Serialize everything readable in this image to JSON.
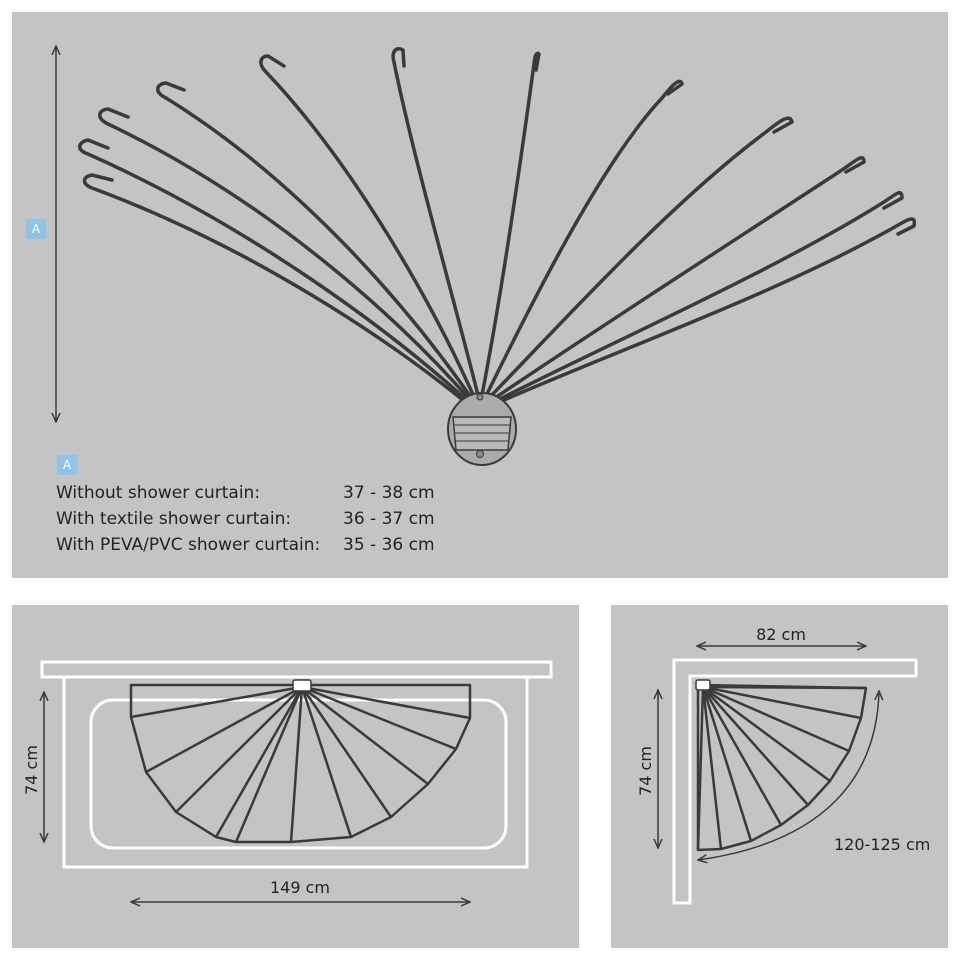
{
  "top_panel": {
    "axis_badge": "A",
    "legend_badge": "A",
    "specs": [
      {
        "label": "Without shower curtain:",
        "value": "37 - 38 cm"
      },
      {
        "label": "With textile shower curtain:",
        "value": "36 - 37 cm"
      },
      {
        "label": "With PEVA/PVC shower curtain:",
        "value": "35 - 36 cm"
      }
    ]
  },
  "bathtub_view": {
    "width_label": "149 cm",
    "depth_label": "74 cm"
  },
  "corner_view": {
    "width_label": "82 cm",
    "depth_label": "74 cm",
    "arc_label": "120-125 cm"
  },
  "colors": {
    "panel_bg": "#c4c4c4",
    "rod": "#3a3a3a",
    "badge": "#8ec3ea",
    "outline": "#ffffff"
  }
}
